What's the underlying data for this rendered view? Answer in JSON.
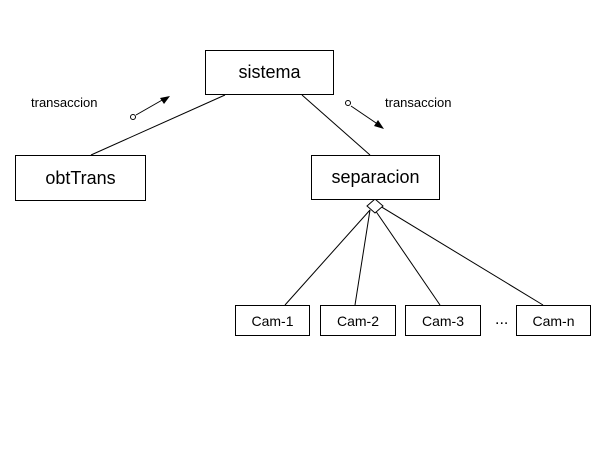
{
  "diagram": {
    "nodes": {
      "sistema": "sistema",
      "obtTrans": "obtTrans",
      "separacion": "separacion",
      "cam1": "Cam-1",
      "cam2": "Cam-2",
      "cam3": "Cam-3",
      "camN": "Cam-n"
    },
    "flows": {
      "left": "transaccion",
      "right": "transaccion"
    },
    "ellipsis": "..."
  }
}
